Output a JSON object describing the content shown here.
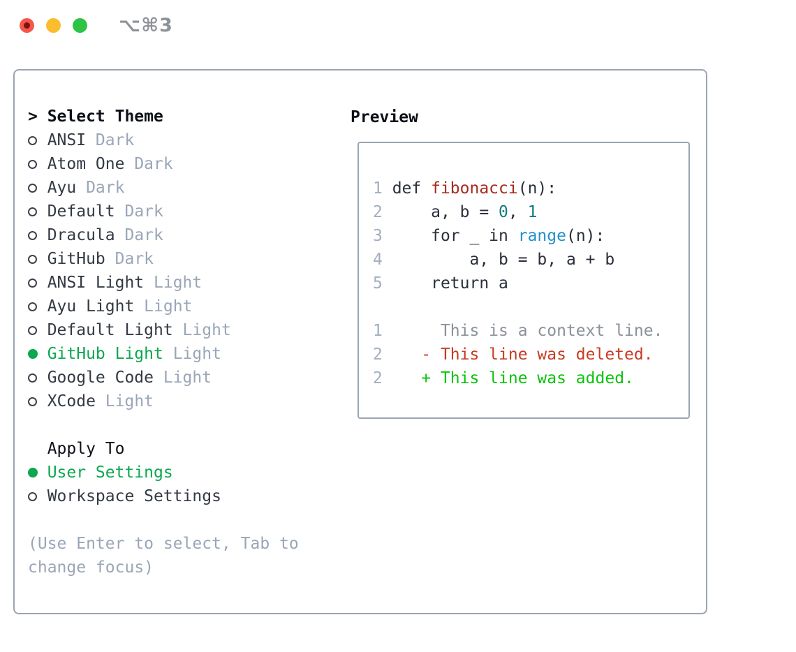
{
  "window": {
    "shortcut": "⌥⌘3",
    "traffic_lights": [
      {
        "icon": "close-icon"
      },
      {
        "icon": "minimize-icon"
      },
      {
        "icon": "zoom-icon"
      }
    ]
  },
  "theme_picker": {
    "title_prefix": ">",
    "title": "Select Theme",
    "items": [
      {
        "name": "ANSI",
        "variant": "Dark",
        "selected": false
      },
      {
        "name": "Atom One",
        "variant": "Dark",
        "selected": false
      },
      {
        "name": "Ayu",
        "variant": "Dark",
        "selected": false
      },
      {
        "name": "Default",
        "variant": "Dark",
        "selected": false
      },
      {
        "name": "Dracula",
        "variant": "Dark",
        "selected": false
      },
      {
        "name": "GitHub",
        "variant": "Dark",
        "selected": false
      },
      {
        "name": "ANSI Light",
        "variant": "Light",
        "selected": false
      },
      {
        "name": "Ayu Light",
        "variant": "Light",
        "selected": false
      },
      {
        "name": "Default Light",
        "variant": "Light",
        "selected": false
      },
      {
        "name": "GitHub Light",
        "variant": "Light",
        "selected": true
      },
      {
        "name": "Google Code",
        "variant": "Light",
        "selected": false
      },
      {
        "name": "XCode",
        "variant": "Light",
        "selected": false
      }
    ]
  },
  "apply_to": {
    "title": "Apply To",
    "options": [
      {
        "label": "User Settings",
        "selected": true
      },
      {
        "label": "Workspace Settings",
        "selected": false
      }
    ]
  },
  "hint": {
    "lines": [
      "(Use Enter to select, Tab to",
      "change focus)"
    ]
  },
  "preview": {
    "title": "Preview",
    "code_lines": [
      {
        "num": "1",
        "segments": [
          {
            "t": "def ",
            "c": "code"
          },
          {
            "t": "fibonacci",
            "c": "func"
          },
          {
            "t": "(n):",
            "c": "code"
          }
        ]
      },
      {
        "num": "2",
        "segments": [
          {
            "t": "    a, b = ",
            "c": "code"
          },
          {
            "t": "0",
            "c": "num"
          },
          {
            "t": ", ",
            "c": "code"
          },
          {
            "t": "1",
            "c": "num"
          }
        ]
      },
      {
        "num": "3",
        "segments": [
          {
            "t": "    for _ in ",
            "c": "code"
          },
          {
            "t": "range",
            "c": "builtin"
          },
          {
            "t": "(n):",
            "c": "code"
          }
        ]
      },
      {
        "num": "4",
        "segments": [
          {
            "t": "        a, b = b, a + b",
            "c": "code"
          }
        ]
      },
      {
        "num": "5",
        "segments": [
          {
            "t": "    return a",
            "c": "code"
          }
        ]
      }
    ],
    "diff_lines": [
      {
        "num": "1",
        "segments": [
          {
            "t": "     This is a context line.",
            "c": "context"
          }
        ]
      },
      {
        "num": "2",
        "segments": [
          {
            "t": "   - This line was deleted.",
            "c": "deleted"
          }
        ]
      },
      {
        "num": "2",
        "segments": [
          {
            "t": "   + This line was added.",
            "c": "added"
          }
        ]
      }
    ]
  },
  "colors": {
    "text_black": "#0d1117",
    "text_dark": "#343a43",
    "code_dark": "#2a303a",
    "muted": "#9aa6b8",
    "line_num": "#a2aec0",
    "context": "#8b9199",
    "green_accent": "#0ca750",
    "green_added": "#0cc20c",
    "red_deleted": "#c73b22",
    "red_func": "#a72b1f",
    "teal_num": "#0f7c7c",
    "blue_builtin": "#2191cc",
    "border": "#9aa5b1",
    "bullet": "#3d434c",
    "traffic_red": "#f5564c",
    "traffic_red_dot": "#7e120c",
    "traffic_yellow": "#fbbd2d",
    "traffic_green": "#2ec344",
    "shortcut": "#8e9399"
  }
}
